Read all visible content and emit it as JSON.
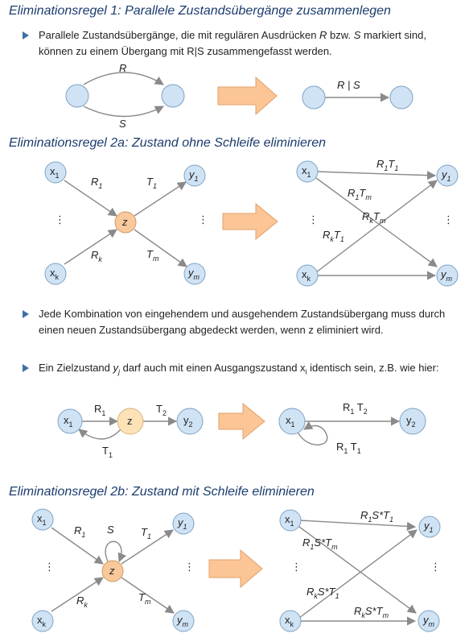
{
  "rule1": {
    "heading": "Eliminationsregel 1: Parallele Zustandsübergänge zusammenlegen",
    "bullet": {
      "t1": "Parallele Zustandsübergänge, die mit regulären Ausdrücken ",
      "r": "R",
      "t2": " bzw. ",
      "s": "S",
      "t3": " markiert sind, können zu einem Übergang mit R|S zusammengefasst werden."
    },
    "diagram": {
      "label_r": "R",
      "label_s": "S",
      "label_rs": "R | S"
    }
  },
  "rule2a": {
    "heading": "Eliminationsregel 2a: Zustand ohne Schleife eliminieren",
    "left": {
      "x1": "x",
      "x1_sub": "1",
      "xk": "x",
      "xk_sub": "k",
      "z": "z",
      "y1": "y",
      "y1_sub": "1",
      "ym": "y",
      "ym_sub": "m",
      "r1": "R",
      "r1_sub": "1",
      "rk": "R",
      "rk_sub": "k",
      "t1": "T",
      "t1_sub": "1",
      "tm": "T",
      "tm_sub": "m",
      "dots": "⋮"
    },
    "right": {
      "r1t1": "R",
      "r1t1_s1": "1",
      "r1t1_b": "T",
      "r1t1_s2": "1",
      "r1tm": "R",
      "r1tm_s1": "1",
      "r1tm_b": "T",
      "r1tm_s2": "m",
      "rktm": "R",
      "rktm_s1": "k",
      "rktm_b": "T",
      "rktm_s2": "m",
      "rkt1": "R",
      "rkt1_s1": "k",
      "rkt1_b": "T",
      "rkt1_s2": "1"
    },
    "bullet1": "Jede Kombination von eingehendem und ausgehendem Zustandsübergang muss durch einen neuen Zustandsübergang abgedeckt werden, wenn z eliminiert wird.",
    "bullet2": {
      "t1": "Ein Zielzustand ",
      "yj": "y",
      "yj_sub": "j",
      "t2": " darf auch mit einen Ausgangszustand x",
      "xi_sub": "i",
      "t3": " identisch sein, z.B. wie hier:"
    },
    "example": {
      "x1": "x",
      "x1_sub": "1",
      "z": "z",
      "y2": "y",
      "y2_sub": "2",
      "r1": "R",
      "r1_sub": "1",
      "t2": "T",
      "t2_sub": "2",
      "t1": "T",
      "t1_sub": "1",
      "res_r1t2": "R",
      "res_r1t2_s1": "1",
      "res_r1t2_b": " T",
      "res_r1t2_s2": "2",
      "res_r1t1": "R",
      "res_r1t1_s1": "1",
      "res_r1t1_b": " T",
      "res_r1t1_s2": "1"
    }
  },
  "rule2b": {
    "heading": "Eliminationsregel 2b: Zustand mit Schleife eliminieren",
    "left": {
      "s": "S"
    },
    "right": {
      "r1st1": "R",
      "r1st1_s1": "1",
      "r1st1_b": "S*T",
      "r1st1_s2": "1",
      "r1stm": "R",
      "r1stm_s1": "1",
      "r1stm_b": "S*T",
      "r1stm_s2": "m",
      "rkst1": "R",
      "rkst1_s1": "k",
      "rkst1_b": "S*T",
      "rkst1_s2": "1",
      "rkstm": "R",
      "rkstm_s1": "k",
      "rkstm_b": "S*T",
      "rkstm_s2": "m"
    }
  },
  "colors": {
    "heading": "#1c3c6e",
    "state_fill": "#cfe3f5",
    "z_fill": "#f9c89b",
    "arrow_fill": "#fbc596",
    "edge": "#8a8a8a",
    "bullet_marker": "#3f6fa8"
  }
}
